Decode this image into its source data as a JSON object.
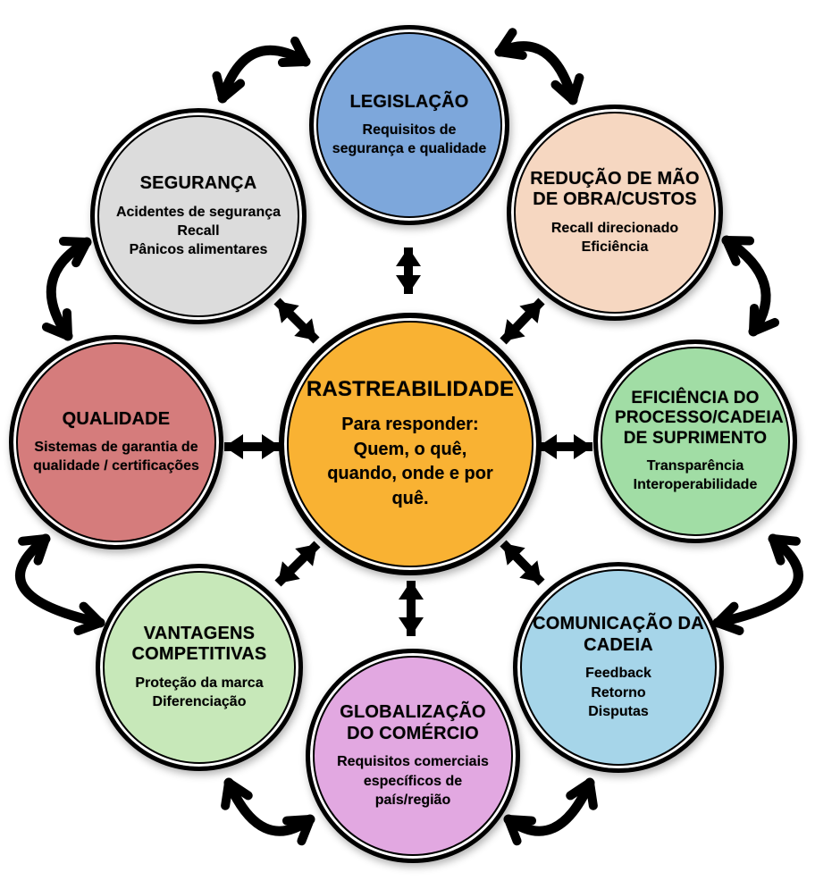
{
  "diagram": {
    "background_color": "#ffffff",
    "arrow_color": "#000000",
    "center_node": {
      "id": "rastreabilidade",
      "title": "RASTREABILIDADE",
      "color": "#F9B233",
      "items": [
        "Para responder:",
        "Quem, o quê,",
        "quando, onde e por",
        "quê."
      ]
    },
    "nodes": [
      {
        "id": "legislacao",
        "title": "LEGISLAÇÃO",
        "color": "#7DA7DB",
        "items": [
          "Requisitos de segurança e qualidade"
        ]
      },
      {
        "id": "seguranca",
        "title": "SEGURANÇA",
        "color": "#DCDCDC",
        "items": [
          "Acidentes de segurança",
          "Recall",
          "Pânicos alimentares"
        ]
      },
      {
        "id": "reducao-de-mao-de-obra-custos",
        "title": "REDUÇÃO DE MÃO DE OBRA/CUSTOS",
        "color": "#F6D7C1",
        "items": [
          "Recall direcionado",
          "Eficiência"
        ]
      },
      {
        "id": "qualidade",
        "title": "QUALIDADE",
        "color": "#D57C7C",
        "items": [
          "Sistemas de garantia de qualidade / certificações"
        ]
      },
      {
        "id": "eficiencia-do-processo",
        "title": "EFICIÊNCIA DO PROCESSO/CADEIA DE SUPRIMENTO",
        "color": "#A1DDA5",
        "items": [
          "Transparência",
          "Interoperabilidade"
        ]
      },
      {
        "id": "vantagens-competitivas",
        "title": "VANTAGENS COMPETITIVAS",
        "color": "#C7E8B9",
        "items": [
          "Proteção da marca",
          "Diferenciação"
        ]
      },
      {
        "id": "globalizacao-do-comercio",
        "title": "GLOBALIZAÇÃO DO COMÉRCIO",
        "color": "#E2A8E1",
        "items": [
          "Requisitos comerciais específicos de país/região"
        ]
      },
      {
        "id": "comunicacao-da-cadeia",
        "title": "COMUNICAÇÃO DA CADEIA",
        "color": "#A6D5E9",
        "items": [
          "Feedback",
          "Retorno",
          "Disputas"
        ]
      }
    ],
    "connections": {
      "radial": [
        [
          "rastreabilidade",
          "legislacao"
        ],
        [
          "rastreabilidade",
          "seguranca"
        ],
        [
          "rastreabilidade",
          "reducao-de-mao-de-obra-custos"
        ],
        [
          "rastreabilidade",
          "qualidade"
        ],
        [
          "rastreabilidade",
          "eficiencia-do-processo"
        ],
        [
          "rastreabilidade",
          "vantagens-competitivas"
        ],
        [
          "rastreabilidade",
          "globalizacao-do-comercio"
        ],
        [
          "rastreabilidade",
          "comunicacao-da-cadeia"
        ]
      ],
      "ring": [
        [
          "seguranca",
          "legislacao"
        ],
        [
          "legislacao",
          "reducao-de-mao-de-obra-custos"
        ],
        [
          "reducao-de-mao-de-obra-custos",
          "eficiencia-do-processo"
        ],
        [
          "eficiencia-do-processo",
          "comunicacao-da-cadeia"
        ],
        [
          "comunicacao-da-cadeia",
          "globalizacao-do-comercio"
        ],
        [
          "globalizacao-do-comercio",
          "vantagens-competitivas"
        ],
        [
          "vantagens-competitivas",
          "qualidade"
        ],
        [
          "qualidade",
          "seguranca"
        ]
      ]
    }
  }
}
